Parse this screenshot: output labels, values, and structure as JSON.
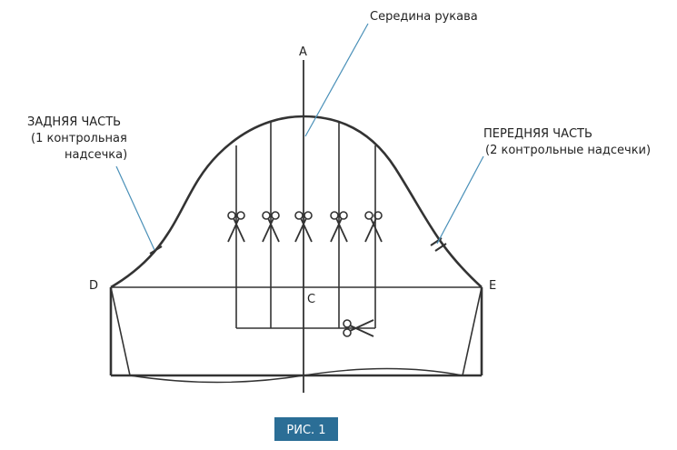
{
  "diagram": {
    "points": {
      "a": "A",
      "c": "C",
      "d": "D",
      "e": "E"
    },
    "labels": {
      "sleeve_middle": "Середина рукава",
      "back_part": {
        "line1": "ЗАДНЯЯ ЧАСТЬ",
        "line2": "(1 контрольная",
        "line3": "надсечка)"
      },
      "front_part": {
        "line1": "ПЕРЕДНЯЯ ЧАСТЬ",
        "line2": "(2 контрольные надсечки)"
      }
    },
    "caption": "РИС. 1"
  },
  "colors": {
    "outline": "#333333",
    "leader_line": "#4a90b8",
    "caption_bg": "#2b6e96",
    "caption_text": "#ffffff"
  },
  "icons": [
    "scissors-icon"
  ]
}
